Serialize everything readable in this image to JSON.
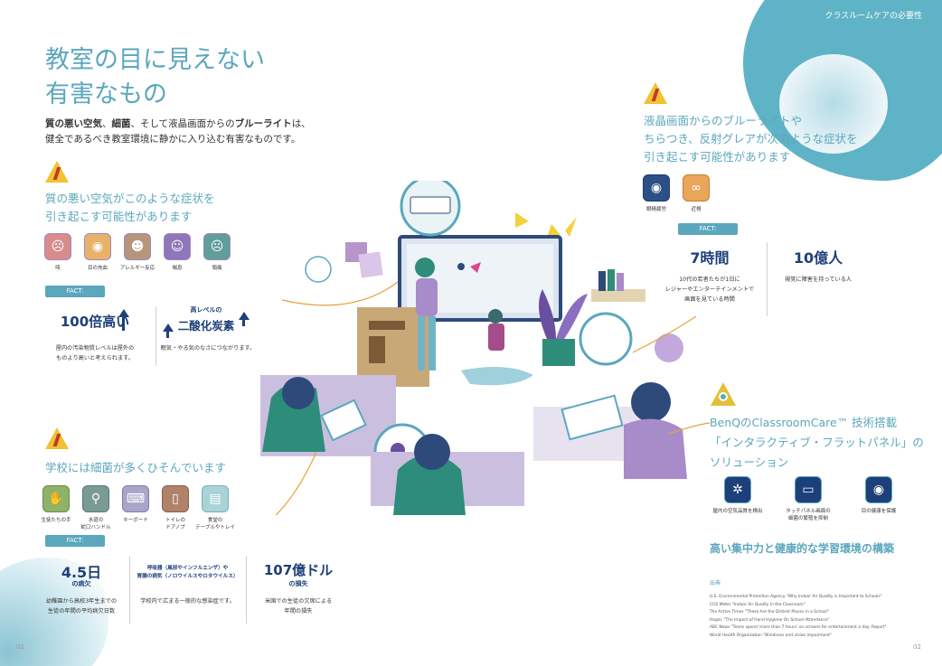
{
  "section_tag": "クラスルームケアの必要性",
  "title": {
    "line1": "教室の目に見えない",
    "line2": "有害なもの"
  },
  "intro": {
    "b1": "質の悪い空気",
    "t1": "、",
    "b2": "細菌",
    "t2": "、そして液晶画面からの",
    "b3": "ブルーライト",
    "t3": "は、",
    "line2": "健全であるべき教室環境に静かに入り込む有害なものです。"
  },
  "air": {
    "heading_line1": "質の悪い空気がこのような症状を",
    "heading_line2": "引き起こす可能性があります",
    "symptoms": [
      "咳",
      "目の充血",
      "アレルギー反応",
      "喘息",
      "頭痛"
    ],
    "fact_label": "FACT:",
    "stat1": {
      "value": "100倍高い",
      "note_line1": "屋内の汚染物質レベルは屋外の",
      "note_line2": "ものより高いと考えられます。"
    },
    "stat2": {
      "prefix": "高レベルの",
      "value": "二酸化炭素",
      "note_line1": "眠気・やる気のなさにつながります。"
    }
  },
  "germs": {
    "heading": "学校には細菌が多くひそんでいます",
    "items": [
      {
        "line1": "生徒たちの手",
        "line2": ""
      },
      {
        "line1": "水道の",
        "line2": "蛇口ハンドル"
      },
      {
        "line1": "キーボード",
        "line2": ""
      },
      {
        "line1": "トイレの",
        "line2": "ドアノブ"
      },
      {
        "line1": "食堂の",
        "line2": "テーブルやトレイ"
      }
    ],
    "fact_label": "FACT:",
    "stat1": {
      "value": "4.5日",
      "sub": "の病欠",
      "note_line1": "幼稚園から高校3年生までの",
      "note_line2": "生徒の年間の平均病欠日数"
    },
    "stat2": {
      "line1": "呼吸器（風邪やインフルエンザ）や",
      "line2": "胃腸の病気（ノロウイルスやロタウイルス）",
      "note": "学校内で広まる一般的な感染症です。"
    },
    "stat3": {
      "value": "107億ドル",
      "sub": "の損失",
      "note_line1": "米国での生徒の欠席による",
      "note_line2": "年間の損失"
    }
  },
  "blue": {
    "heading_line1": "液晶画面からのブルーライトや",
    "heading_line2": "ちらつき、反射グレアが次のような症状を",
    "heading_line3": "引き起こす可能性があります",
    "symptoms": [
      "眼精疲労",
      "近視"
    ],
    "fact_label": "FACT:",
    "stat1": {
      "value": "7時間",
      "note_line1": "10代の若者たちが1日に",
      "note_line2": "レジャーやエンターテインメントで",
      "note_line3": "画面を見ている時間"
    },
    "stat2": {
      "value": "10億人",
      "note_line1": "視覚に障害を持っている人"
    }
  },
  "solution": {
    "line1": "BenQのClassroomCare™ 技術搭載",
    "line2": "「インタラクティブ・フラットパネル」の",
    "line3": "ソリューション",
    "features": [
      {
        "line1": "屋内の空気品質を検出",
        "line2": ""
      },
      {
        "line1": "タッチパネル画面の",
        "line2": "細菌の繁殖を抑制"
      },
      {
        "line1": "目の健康を保護",
        "line2": ""
      }
    ],
    "tagline": "高い集中力と健康的な学習環境の構築"
  },
  "sources": {
    "heading": "出典",
    "items": [
      "U.S. Environmental Protection Agency \"Why Indoor Air Quality is Important to Schools\"",
      "CO2 Meter \"Indoor Air Quality in the Classroom\"",
      "The Active Times \"These Are the Dirtiest Places in a School\"",
      "Hagel, \"The Impact of Hand Hygiene On School Attendance\"",
      "ABC News \"Teens spend 'more than 7 hours' on screens for entertainment a day: Report\"",
      "World Health Organization \"Blindness and vision impairment\""
    ]
  },
  "page_numbers": {
    "left": "01",
    "right": "02"
  },
  "colors": {
    "teal": "#5ba7bd",
    "navy": "#1d3f7a",
    "warning_yellow": "#f1c232",
    "warning_red": "#c0392b"
  },
  "icons": [
    "warning-icon",
    "cough-icon",
    "red-eye-icon",
    "allergy-icon",
    "asthma-icon",
    "headache-icon",
    "hand-icon",
    "faucet-icon",
    "keyboard-icon",
    "doorknob-icon",
    "tray-icon",
    "eye-strain-icon",
    "glasses-icon",
    "air-quality-icon",
    "antibacterial-icon",
    "eye-care-icon"
  ]
}
